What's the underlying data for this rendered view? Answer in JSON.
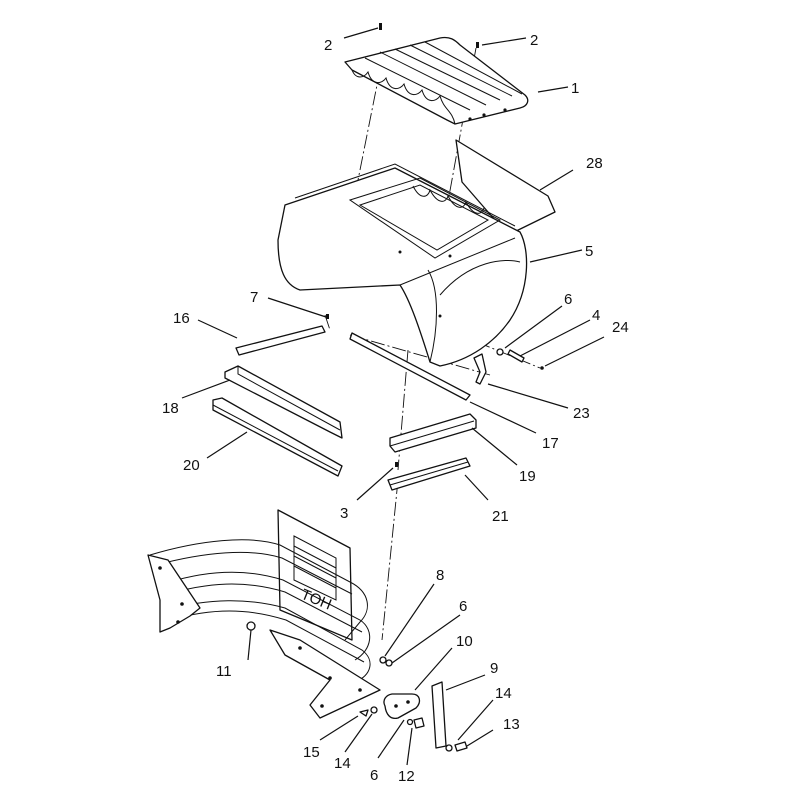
{
  "callouts": [
    {
      "id": "c2a",
      "text": "2"
    },
    {
      "id": "c2b",
      "text": "2"
    },
    {
      "id": "c1",
      "text": "1"
    },
    {
      "id": "c28",
      "text": "28"
    },
    {
      "id": "c5",
      "text": "5"
    },
    {
      "id": "c7",
      "text": "7"
    },
    {
      "id": "c16",
      "text": "16"
    },
    {
      "id": "c6a",
      "text": "6"
    },
    {
      "id": "c4",
      "text": "4"
    },
    {
      "id": "c24",
      "text": "24"
    },
    {
      "id": "c18",
      "text": "18"
    },
    {
      "id": "c23",
      "text": "23"
    },
    {
      "id": "c17",
      "text": "17"
    },
    {
      "id": "c20",
      "text": "20"
    },
    {
      "id": "c19",
      "text": "19"
    },
    {
      "id": "c3",
      "text": "3"
    },
    {
      "id": "c21",
      "text": "21"
    },
    {
      "id": "c8",
      "text": "8"
    },
    {
      "id": "c6b",
      "text": "6"
    },
    {
      "id": "c10",
      "text": "10"
    },
    {
      "id": "c11",
      "text": "11"
    },
    {
      "id": "c9",
      "text": "9"
    },
    {
      "id": "c14a",
      "text": "14"
    },
    {
      "id": "c13",
      "text": "13"
    },
    {
      "id": "c15",
      "text": "15"
    },
    {
      "id": "c14b",
      "text": "14"
    },
    {
      "id": "c6c",
      "text": "6"
    },
    {
      "id": "c12",
      "text": "12"
    }
  ],
  "frame_lettering": "TOH",
  "colors": {
    "line": "#111111",
    "background": "#ffffff"
  }
}
